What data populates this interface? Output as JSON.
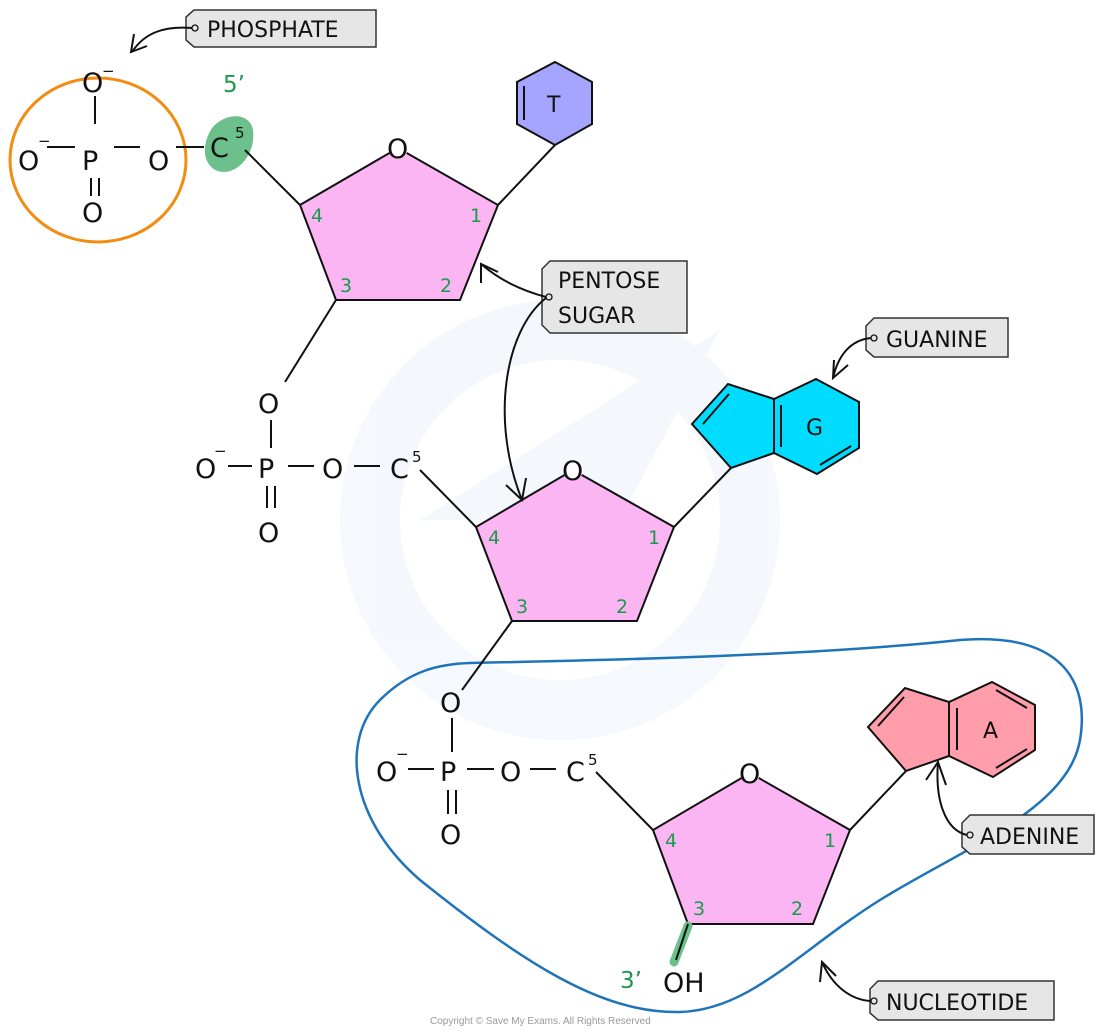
{
  "diagram": {
    "title": "DNA nucleotide chain structure",
    "colors": {
      "sugar": "#fbb5f2",
      "thymine": "#a5a5ff",
      "guanine": "#00dcff",
      "adenine": "#ff9dab",
      "phosphate_ring": "#f28c12",
      "nucleotide_outline": "#1f74b9",
      "carbon_highlight": "#6cc08c",
      "number_green": "#1a9a4a",
      "tag_fill": "#e6e6e6"
    },
    "labels": {
      "phosphate": "PHOSPHATE",
      "pentose_line1": "PENTOSE",
      "pentose_line2": "SUGAR",
      "guanine": "GUANINE",
      "adenine": "ADENINE",
      "nucleotide": "NUCLEOTIDE"
    },
    "ends": {
      "five_prime": "5’",
      "three_prime": "3’"
    },
    "atoms": {
      "oxygen": "O",
      "oxygen_neg": "O",
      "minus": "−",
      "phosphorus": "P",
      "carbon": "C",
      "carbon_sup": "5",
      "hydroxyl": "OH"
    },
    "carbon_numbers": [
      "1",
      "2",
      "3",
      "4"
    ],
    "bases": [
      {
        "name": "thymine",
        "letter": "T"
      },
      {
        "name": "guanine",
        "letter": "G"
      },
      {
        "name": "adenine",
        "letter": "A"
      }
    ],
    "copyright": "Copyright © Save My Exams. All Rights Reserved"
  }
}
